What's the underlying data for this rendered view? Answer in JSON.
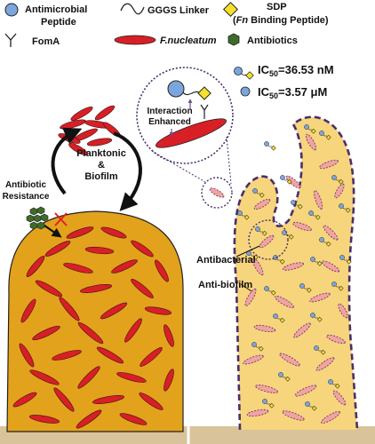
{
  "legend": {
    "amp_line1": "Antimicrobial",
    "amp_line2": "Peptide",
    "linker": "GGGS Linker",
    "sdp_line1": "SDP",
    "sdp_line2_prefix": "(",
    "sdp_line2_italic": "Fn",
    "sdp_line2_suffix": " Binding Peptide)",
    "foma": "FomA",
    "fnuc": "F.nucleatum",
    "antibiotics": "Antibiotics"
  },
  "ic50": {
    "conjugate": "IC50=36.53 nM",
    "conjugate_main": "IC",
    "conjugate_sub": "50",
    "conjugate_val": "=36.53 nM",
    "free_main": "IC",
    "free_sub": "50",
    "free_val": "=3.57 μM"
  },
  "left_panel": {
    "cycle_line1": "Planktonic",
    "cycle_line2": "&",
    "cycle_line3": "Biofilm",
    "resistance_line1": "Antibiotic",
    "resistance_line2": "Resistance"
  },
  "right_panel": {
    "zoom_line1": "Interaction",
    "zoom_line2": "Enhanced",
    "antibacterial": "Antibacterial",
    "antibiofilm": "Anti-biofilm"
  },
  "colors": {
    "biofilm_left": "#e2a21c",
    "biofilm_right": "#f7d57d",
    "bacterium": "#d81f26",
    "bacterium_faded": "#f2a3a0",
    "border_dashed": "#4a2f6b",
    "peptide_blue": "#7ba6dd",
    "sdp_yellow": "#f4e12b",
    "antibiotic_green": "#3e6b2a",
    "ground": "#d9c39a"
  }
}
